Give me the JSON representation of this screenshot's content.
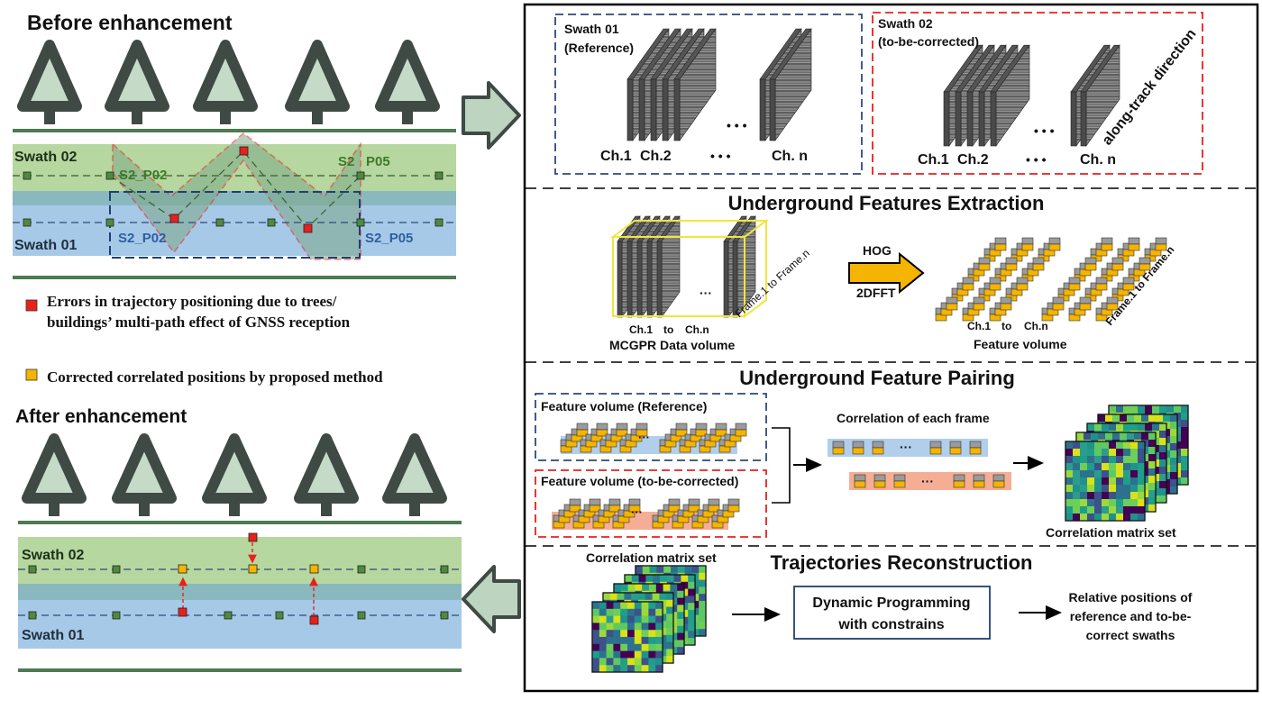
{
  "left_panel": {
    "before_title": "Before enhancement",
    "after_title": "After enhancement",
    "swath_02": "Swath 02",
    "swath_01": "Swath 01",
    "label_s2_p02_green": "S2_P02",
    "label_s2_p05_green_a": "S2",
    "label_s2_p05_green_b": "P05",
    "label_s2_p02_blue": "S2_P02",
    "label_s2_p05_blue": "S2_P05",
    "legend_error_line1": "Errors in trajectory positioning due to trees/",
    "legend_error_line2": "buildings’ multi-path effect of GNSS reception",
    "legend_corrected": "Corrected correlated positions by proposed method",
    "colors": {
      "error": "#e8201c",
      "corrected": "#f5b400",
      "green_band": "#a9d08e",
      "blue_band": "#9dc3e6",
      "tree": "#3f4a45",
      "tree_fill": "#c6dac8"
    }
  },
  "right_panel": {
    "swath01_title_a": "Swath 01",
    "swath01_title_b": "(Reference)",
    "swath02_title_a": "Swath 02",
    "swath02_title_b": "(to-be-corrected)",
    "along_track": "along-track direction",
    "ch1": "Ch.1",
    "ch2": "Ch.2",
    "chn": "Ch. n",
    "dots": "• • •",
    "stage2_title": "Underground Features Extraction",
    "hog": "HOG",
    "fft": "2DFFT",
    "ch1_to": "Ch.1",
    "to": "to",
    "ch_n": "Ch.n",
    "frame_range": "Frame.1  to  Frame.n",
    "mcgpr_label": "MCGPR Data volume",
    "feature_volume": "Feature volume",
    "stage3_title": "Underground Feature Pairing",
    "fv_reference": "Feature volume (Reference)",
    "fv_corrected": "Feature volume (to-be-corrected)",
    "correlation_each": "Correlation of each frame",
    "correlation_set": "Correlation matrix set",
    "stage4_title": "Trajectories Reconstruction",
    "correlation_set_2": "Correlation matrix set",
    "dp_line1": "Dynamic Programming",
    "dp_line2": "with constrains",
    "rel_line1": "Relative positions of",
    "rel_line2": "reference and to-be-",
    "rel_line3": "correct swaths",
    "ellipsis": "···"
  }
}
